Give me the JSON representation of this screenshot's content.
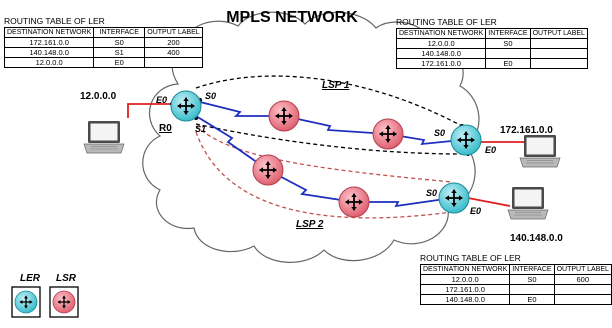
{
  "title": "MPLS NETWORK",
  "colors": {
    "ler": "#42c4d4",
    "lsr": "#e8707e",
    "lsp1": "#000000",
    "lsp2": "#c0504d",
    "path": "#1f2fbf",
    "edge": "#e02020"
  },
  "tables": [
    {
      "title": "ROUTING TABLE OF LER",
      "headers": [
        "DESTINATION NETWORK",
        "INTERFACE",
        "OUTPUT LABEL"
      ],
      "rows": [
        [
          "172.161.0.0",
          "S0",
          "200"
        ],
        [
          "140.148.0.0",
          "S1",
          "400"
        ],
        [
          "12.0.0.0",
          "E0",
          ""
        ]
      ]
    },
    {
      "title": "ROUTING TABLE OF LER",
      "headers": [
        "DESTINATION NETWORK",
        "INTERFACE",
        "OUTPUT LABEL"
      ],
      "rows": [
        [
          "12.0.0.0",
          "S0",
          ""
        ],
        [
          "140.148.0.0",
          "",
          ""
        ],
        [
          "172.161.0.0",
          "E0",
          ""
        ]
      ]
    },
    {
      "title": "ROUTING TABLE OF LER",
      "headers": [
        "DESTINATION NETWORK",
        "INTERFACE",
        "OUTPUT LABEL"
      ],
      "rows": [
        [
          "12.0.0.0",
          "S0",
          "600"
        ],
        [
          "172.161.0.0",
          "",
          ""
        ],
        [
          "140.148.0.0",
          "E0",
          ""
        ]
      ]
    }
  ],
  "labels": {
    "lsp1": "LSP 1",
    "lsp2": "LSP 2",
    "r0": "R0",
    "r0_e0": "E0",
    "r0_s0": "S0",
    "r0_s1": "S1",
    "r1_s0": "S0",
    "r1_e0": "E0",
    "r2_s0": "S0",
    "r2_e0": "E0",
    "net_left": "12.0.0.0",
    "net_right_top": "172.161.0.0",
    "net_right_bottom": "140.148.0.0"
  },
  "legend": {
    "ler": "LER",
    "lsr": "LSR"
  }
}
